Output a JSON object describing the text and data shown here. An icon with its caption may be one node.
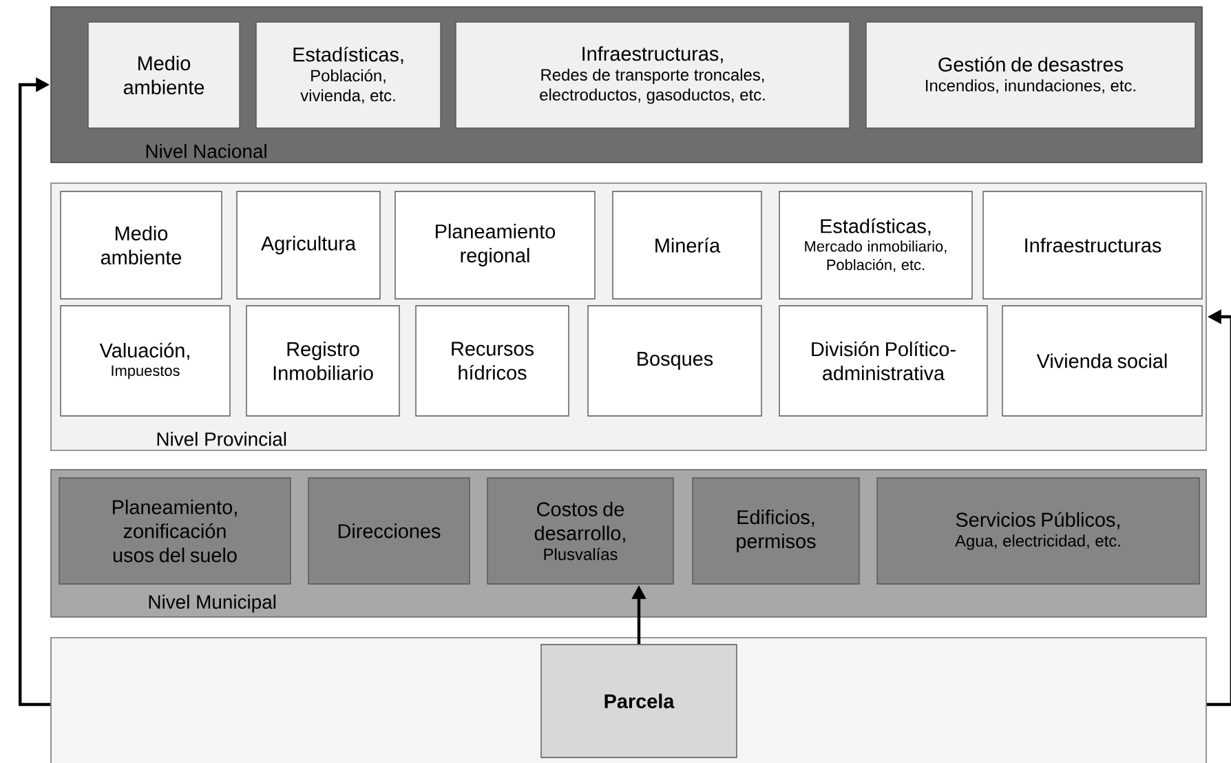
{
  "diagram": {
    "nodes": [
      {
        "text": [
          "Nivel Nacional"
        ]
      },
      {
        "text": [
          "Medio ambiente"
        ],
        "in": 0
      },
      {
        "text": [
          "Estadísticas,",
          "Población, vivienda, etc."
        ],
        "in": 0
      },
      {
        "text": [
          "Infraestructuras,",
          "Redes de transporte troncales, electroductos, gasoductos, etc."
        ],
        "in": 0
      },
      {
        "text": [
          "Gestión de desastres",
          "Incendios, inundaciones, etc."
        ],
        "in": 0
      },
      {
        "text": [
          "Nivel Provincial"
        ]
      },
      {
        "text": [
          "Medio ambiente"
        ],
        "in": 5
      },
      {
        "text": [
          "Agricultura"
        ],
        "in": 5
      },
      {
        "text": [
          "Planeamiento regional"
        ],
        "in": 5
      },
      {
        "text": [
          "Minería"
        ],
        "in": 5
      },
      {
        "text": [
          "Estadísticas,",
          "Mercado inmobiliario, Población, etc."
        ],
        "in": 5
      },
      {
        "text": [
          "Infraestructuras"
        ],
        "in": 5
      },
      {
        "text": [
          "Valuación,",
          "Impuestos"
        ],
        "in": 5
      },
      {
        "text": [
          "Registro Inmobiliario"
        ],
        "in": 5
      },
      {
        "text": [
          "Recursos hídricos"
        ],
        "in": 5
      },
      {
        "text": [
          "Bosques"
        ],
        "in": 5
      },
      {
        "text": [
          "División Político-administrativa"
        ],
        "in": 5
      },
      {
        "text": [
          "Vivienda social"
        ],
        "in": 5
      },
      {
        "text": [
          "Nivel Municipal"
        ]
      },
      {
        "text": [
          "Planeamiento, zonificación usos del suelo"
        ],
        "in": 18
      },
      {
        "text": [
          "Direcciones"
        ],
        "in": 18
      },
      {
        "text": [
          "Costos de desarrollo,",
          "Plusvalías"
        ],
        "in": 18
      },
      {
        "text": [
          "Edificios, permisos"
        ],
        "in": 18
      },
      {
        "text": [
          "Servicios Públicos,",
          "Agua, electricidad, etc."
        ],
        "in": 18
      },
      {
        "text": [],
        "shape": "box"
      },
      {
        "text": [
          "Parcela"
        ],
        "in": 24
      }
    ],
    "edges": [
      {
        "from": 24,
        "to": 0,
        "arrow": "to"
      },
      {
        "from": 24,
        "to": 5,
        "arrow": "to"
      },
      {
        "from": 25,
        "to": 21,
        "arrow": "to"
      }
    ]
  }
}
